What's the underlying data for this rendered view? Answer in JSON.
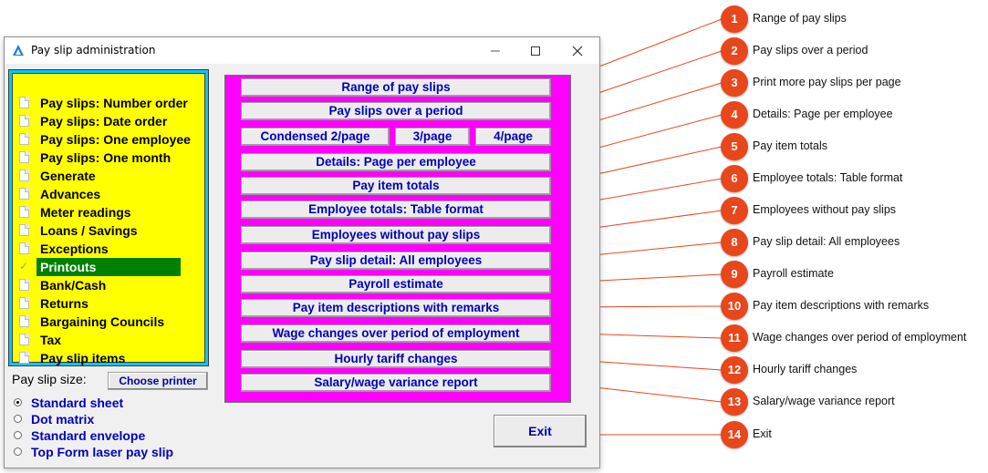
{
  "window": {
    "title": "Pay slip administration"
  },
  "tree": {
    "items": [
      {
        "label": "Pay slips: Number order",
        "icon": "document-icon"
      },
      {
        "label": "Pay slips: Date order",
        "icon": "document-icon"
      },
      {
        "label": "Pay slips: One employee",
        "icon": "document-icon"
      },
      {
        "label": "Pay slips: One month",
        "icon": "document-icon"
      },
      {
        "label": "Generate",
        "icon": "document-icon"
      },
      {
        "label": "Advances",
        "icon": "document-icon"
      },
      {
        "label": "Meter readings",
        "icon": "document-icon"
      },
      {
        "label": "Loans / Savings",
        "icon": "document-icon"
      },
      {
        "label": "Exceptions",
        "icon": "document-icon"
      },
      {
        "label": "Printouts",
        "icon": "check-icon",
        "selected": true
      },
      {
        "label": "Bank/Cash",
        "icon": "document-icon"
      },
      {
        "label": "Returns",
        "icon": "document-icon"
      },
      {
        "label": "Bargaining Councils",
        "icon": "document-icon"
      },
      {
        "label": "Tax",
        "icon": "document-icon"
      },
      {
        "label": "Pay slip items",
        "icon": "document-icon"
      }
    ]
  },
  "payslip_size": {
    "label": "Pay slip size:",
    "choose_printer": "Choose printer",
    "options": [
      {
        "label": "Standard sheet",
        "selected": true
      },
      {
        "label": "Dot matrix",
        "selected": false
      },
      {
        "label": "Standard envelope",
        "selected": false
      },
      {
        "label": "Top Form laser pay slip",
        "selected": false
      }
    ]
  },
  "buttons": {
    "range": "Range of pay slips",
    "over_period": "Pay slips over a period",
    "condensed": "Condensed 2/page",
    "three_page": "3/page",
    "four_page": "4/page",
    "details": "Details: Page per employee",
    "item_totals": "Pay item totals",
    "employee_totals": "Employee totals: Table format",
    "without": "Employees without pay slips",
    "detail_all": "Pay slip detail: All employees",
    "estimate": "Payroll estimate",
    "descriptions": "Pay item descriptions with remarks",
    "wage_changes": "Wage changes over period of employment",
    "hourly": "Hourly tariff changes",
    "variance": "Salary/wage variance report",
    "exit": "Exit"
  },
  "callouts": [
    {
      "num": "1",
      "text": "Range of pay slips"
    },
    {
      "num": "2",
      "text": "Pay slips over a period"
    },
    {
      "num": "3",
      "text": "Print more pay slips per page"
    },
    {
      "num": "4",
      "text": "Details: Page per employee"
    },
    {
      "num": "5",
      "text": "Pay item totals"
    },
    {
      "num": "6",
      "text": "Employee totals: Table format"
    },
    {
      "num": "7",
      "text": "Employees without pay slips"
    },
    {
      "num": "8",
      "text": "Pay slip detail: All employees"
    },
    {
      "num": "9",
      "text": "Payroll estimate"
    },
    {
      "num": "10",
      "text": "Pay item descriptions with remarks"
    },
    {
      "num": "11",
      "text": "Wage changes over period of employment"
    },
    {
      "num": "12",
      "text": "Hourly tariff changes"
    },
    {
      "num": "13",
      "text": "Salary/wage variance report"
    },
    {
      "num": "14",
      "text": "Exit"
    }
  ],
  "colors": {
    "tree_background": "#ffff00",
    "tree_border": "#00c8ff",
    "panel_background": "#ff00ff",
    "selected": "#008000",
    "button_text": "#0000c0",
    "callout": "#e8461b"
  }
}
